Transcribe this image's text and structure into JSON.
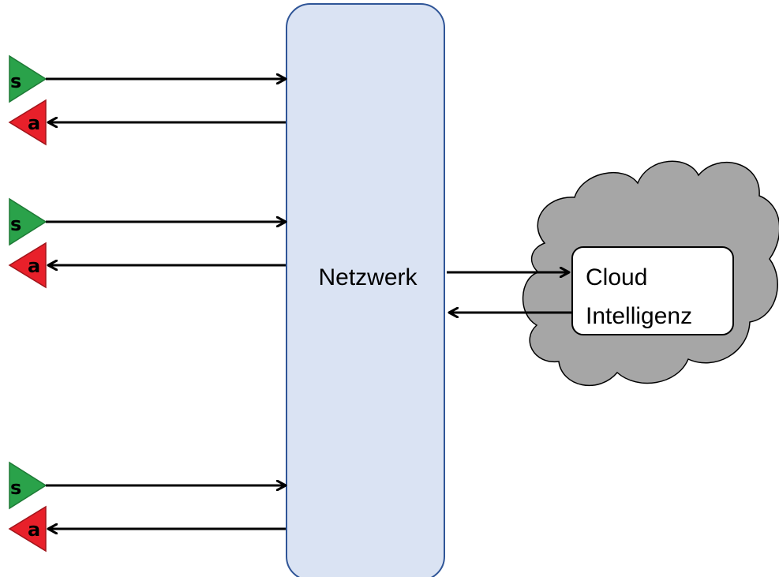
{
  "network": {
    "label": "Netzwerk",
    "fill": "#dae3f3",
    "stroke": "#2f5597"
  },
  "cloud": {
    "line1": "Cloud",
    "line2": "Intelligenz",
    "fill": "#a6a6a6",
    "box_fill": "#ffffff"
  },
  "nodes": [
    {
      "sensor": "s",
      "actuator": "a"
    },
    {
      "sensor": "s",
      "actuator": "a"
    },
    {
      "sensor": "s",
      "actuator": "a"
    }
  ],
  "colors": {
    "sensor": "#2aa24a",
    "sensor_edge": "#1e7a36",
    "actuator": "#e8202a",
    "actuator_edge": "#a0151b",
    "arrow": "#000000"
  }
}
